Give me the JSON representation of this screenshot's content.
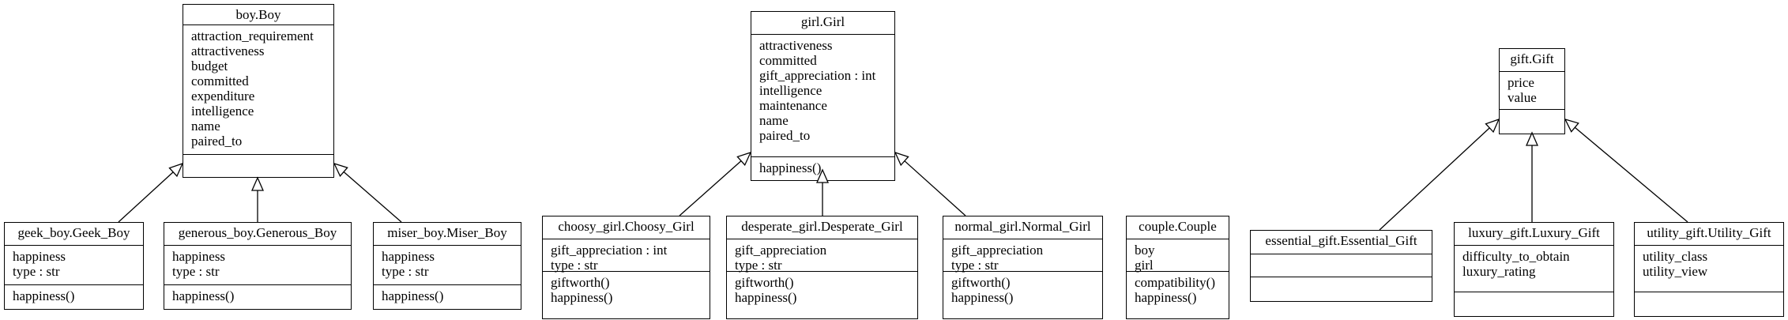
{
  "classes": {
    "boy": {
      "title": "boy.Boy",
      "attributes": [
        "attraction_requirement",
        "attractiveness",
        "budget",
        "committed",
        "expenditure",
        "intelligence",
        "name",
        "paired_to"
      ],
      "methods": []
    },
    "geek": {
      "title": "geek_boy.Geek_Boy",
      "attributes": [
        "happiness",
        "type : str"
      ],
      "methods": [
        "happiness()"
      ]
    },
    "generous": {
      "title": "generous_boy.Generous_Boy",
      "attributes": [
        "happiness",
        "type : str"
      ],
      "methods": [
        "happiness()"
      ]
    },
    "miser": {
      "title": "miser_boy.Miser_Boy",
      "attributes": [
        "happiness",
        "type : str"
      ],
      "methods": [
        "happiness()"
      ]
    },
    "girl": {
      "title": "girl.Girl",
      "attributes": [
        "attractiveness",
        "committed",
        "gift_appreciation : int",
        "intelligence",
        "maintenance",
        "name",
        "paired_to"
      ],
      "methods": [
        "happiness()"
      ]
    },
    "choosy": {
      "title": "choosy_girl.Choosy_Girl",
      "attributes": [
        "gift_appreciation : int",
        "type : str"
      ],
      "methods": [
        "giftworth()",
        "happiness()"
      ]
    },
    "desperate": {
      "title": "desperate_girl.Desperate_Girl",
      "attributes": [
        "gift_appreciation",
        "type : str"
      ],
      "methods": [
        "giftworth()",
        "happiness()"
      ]
    },
    "normal": {
      "title": "normal_girl.Normal_Girl",
      "attributes": [
        "gift_appreciation",
        "type : str"
      ],
      "methods": [
        "giftworth()",
        "happiness()"
      ]
    },
    "couple": {
      "title": "couple.Couple",
      "attributes": [
        "boy",
        "girl"
      ],
      "methods": [
        "compatibility()",
        "happiness()"
      ]
    },
    "gift": {
      "title": "gift.Gift",
      "attributes": [
        "price",
        "value"
      ],
      "methods": []
    },
    "essential": {
      "title": "essential_gift.Essential_Gift",
      "attributes": [],
      "methods": []
    },
    "luxury": {
      "title": "luxury_gift.Luxury_Gift",
      "attributes": [
        "difficulty_to_obtain",
        "luxury_rating"
      ],
      "methods": []
    },
    "utility": {
      "title": "utility_gift.Utility_Gift",
      "attributes": [
        "utility_class",
        "utility_view"
      ],
      "methods": []
    }
  }
}
